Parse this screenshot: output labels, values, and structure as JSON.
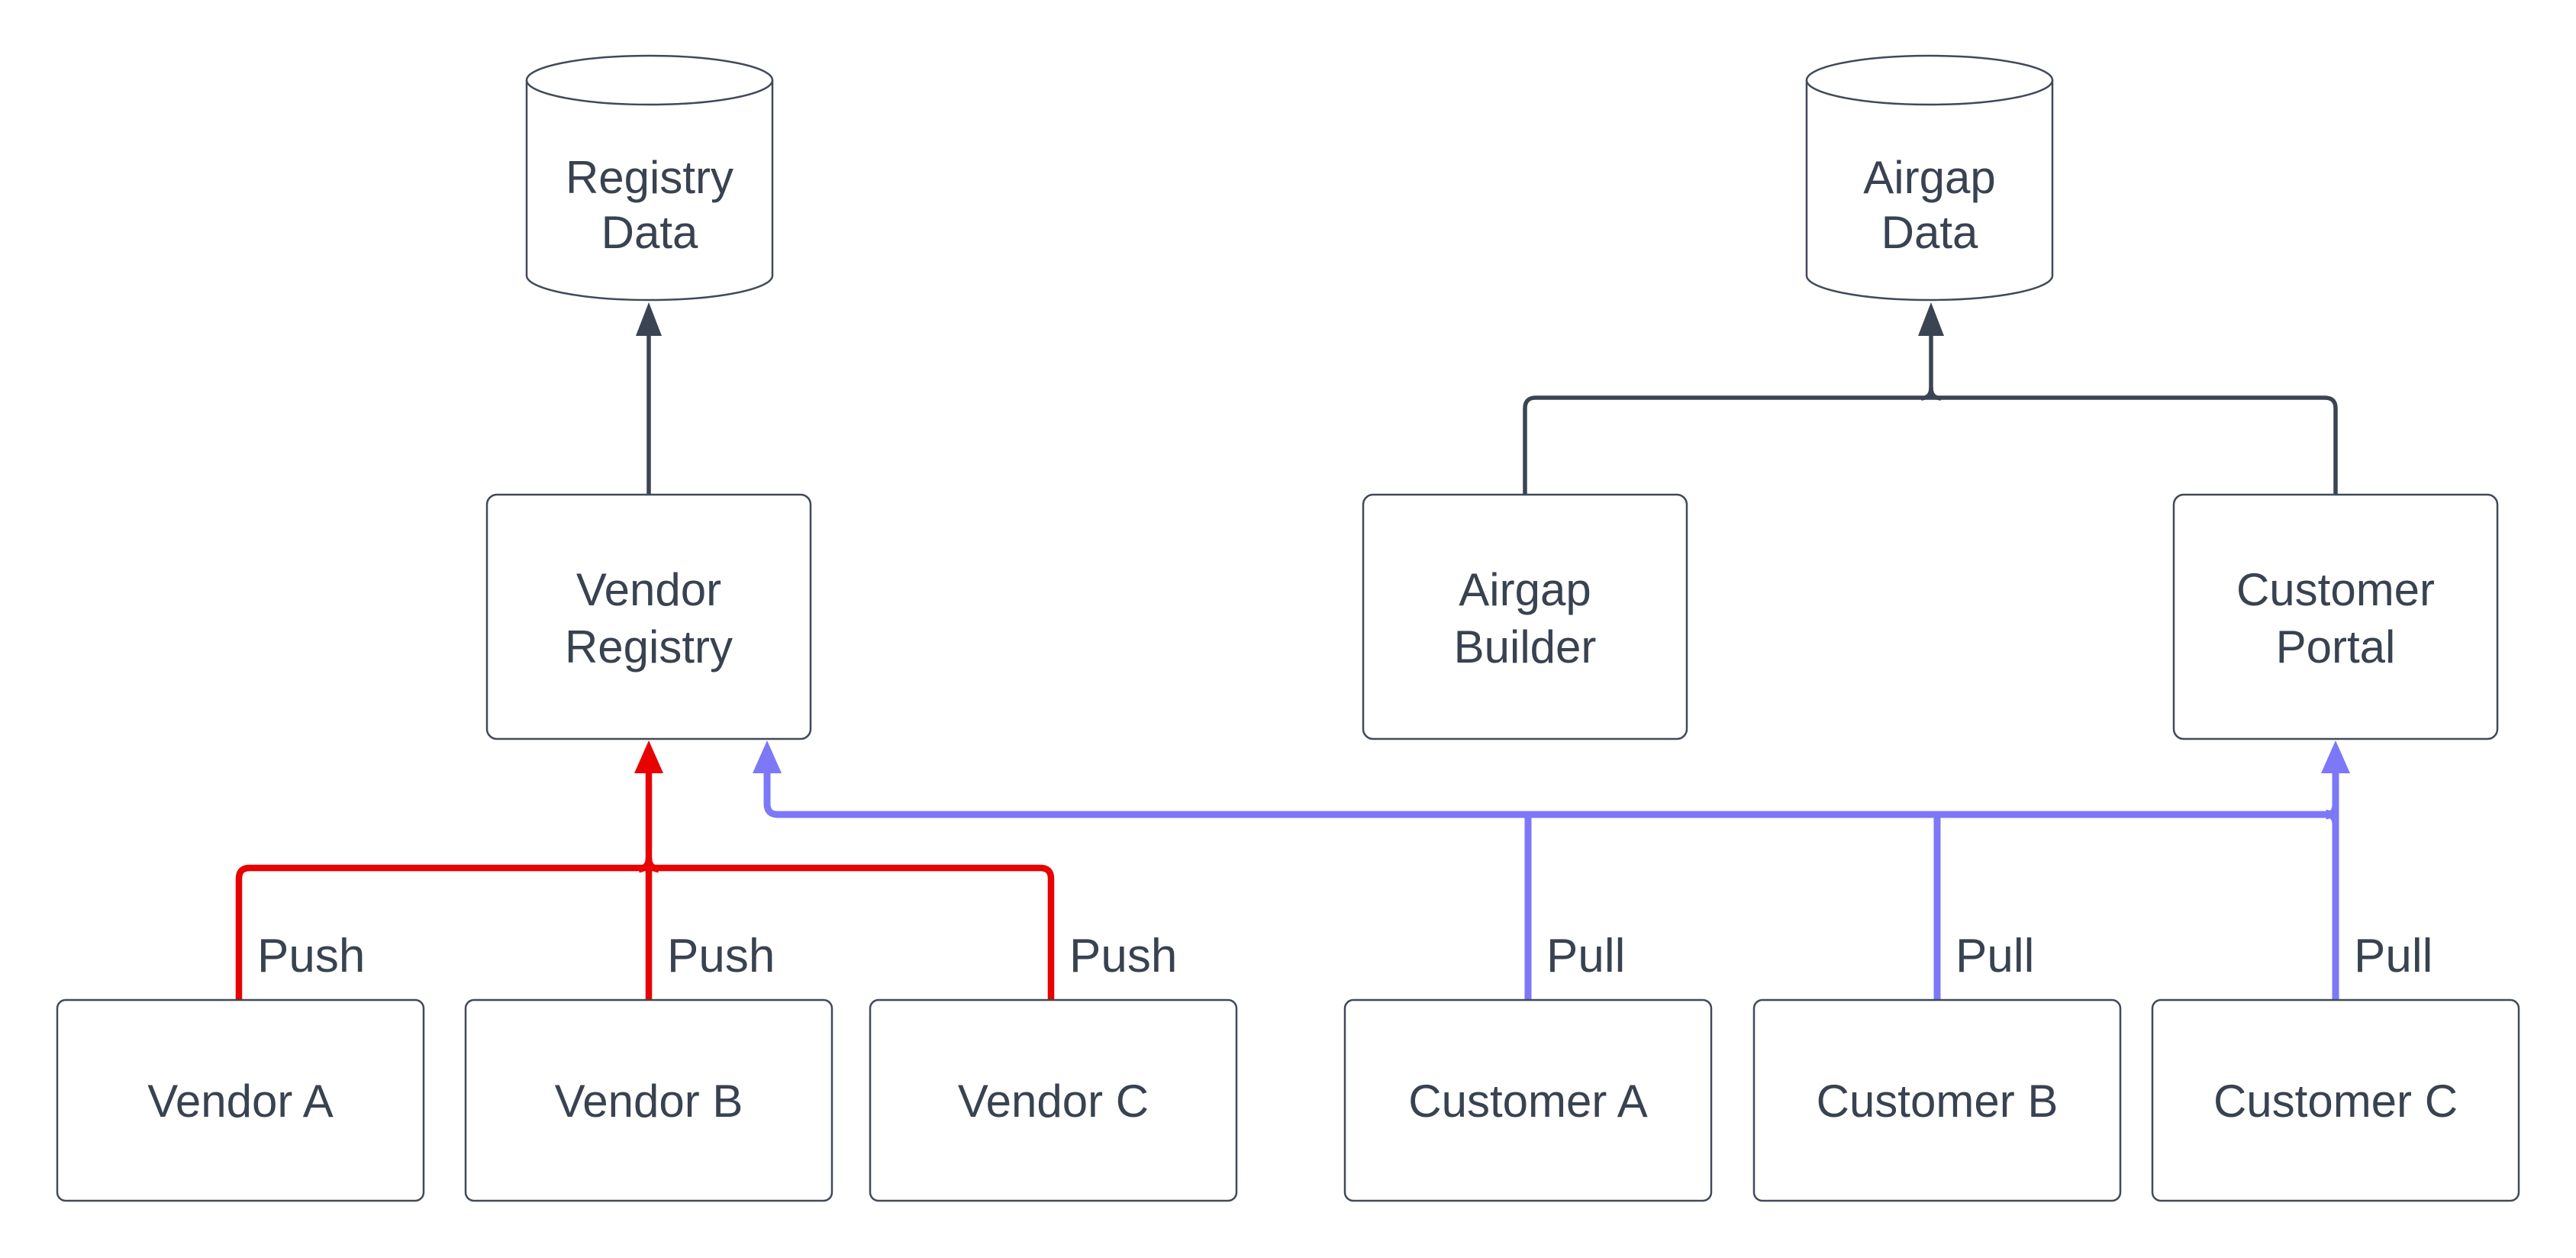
{
  "diagram": {
    "background": "#ffffff",
    "colors": {
      "node_stroke": "#404a59",
      "text": "#394250",
      "push_edge": "#e80202",
      "pull_edge": "#7c78f7",
      "dark_edge": "#3b4452"
    },
    "nodes": {
      "registry_data": {
        "shape": "cylinder",
        "lines": [
          "Registry",
          "Data"
        ]
      },
      "airgap_data": {
        "shape": "cylinder",
        "lines": [
          "Airgap",
          "Data"
        ]
      },
      "vendor_registry": {
        "shape": "rounded-box",
        "lines": [
          "Vendor",
          "Registry"
        ]
      },
      "airgap_builder": {
        "shape": "rounded-box",
        "lines": [
          "Airgap",
          "Builder"
        ]
      },
      "customer_portal": {
        "shape": "rounded-box",
        "lines": [
          "Customer",
          "Portal"
        ]
      },
      "vendor_a": {
        "shape": "rounded-box",
        "label": "Vendor A"
      },
      "vendor_b": {
        "shape": "rounded-box",
        "label": "Vendor B"
      },
      "vendor_c": {
        "shape": "rounded-box",
        "label": "Vendor C"
      },
      "customer_a": {
        "shape": "rounded-box",
        "label": "Customer A"
      },
      "customer_b": {
        "shape": "rounded-box",
        "label": "Customer B"
      },
      "customer_c": {
        "shape": "rounded-box",
        "label": "Customer C"
      }
    },
    "edge_labels": {
      "push": "Push",
      "pull": "Pull"
    }
  }
}
